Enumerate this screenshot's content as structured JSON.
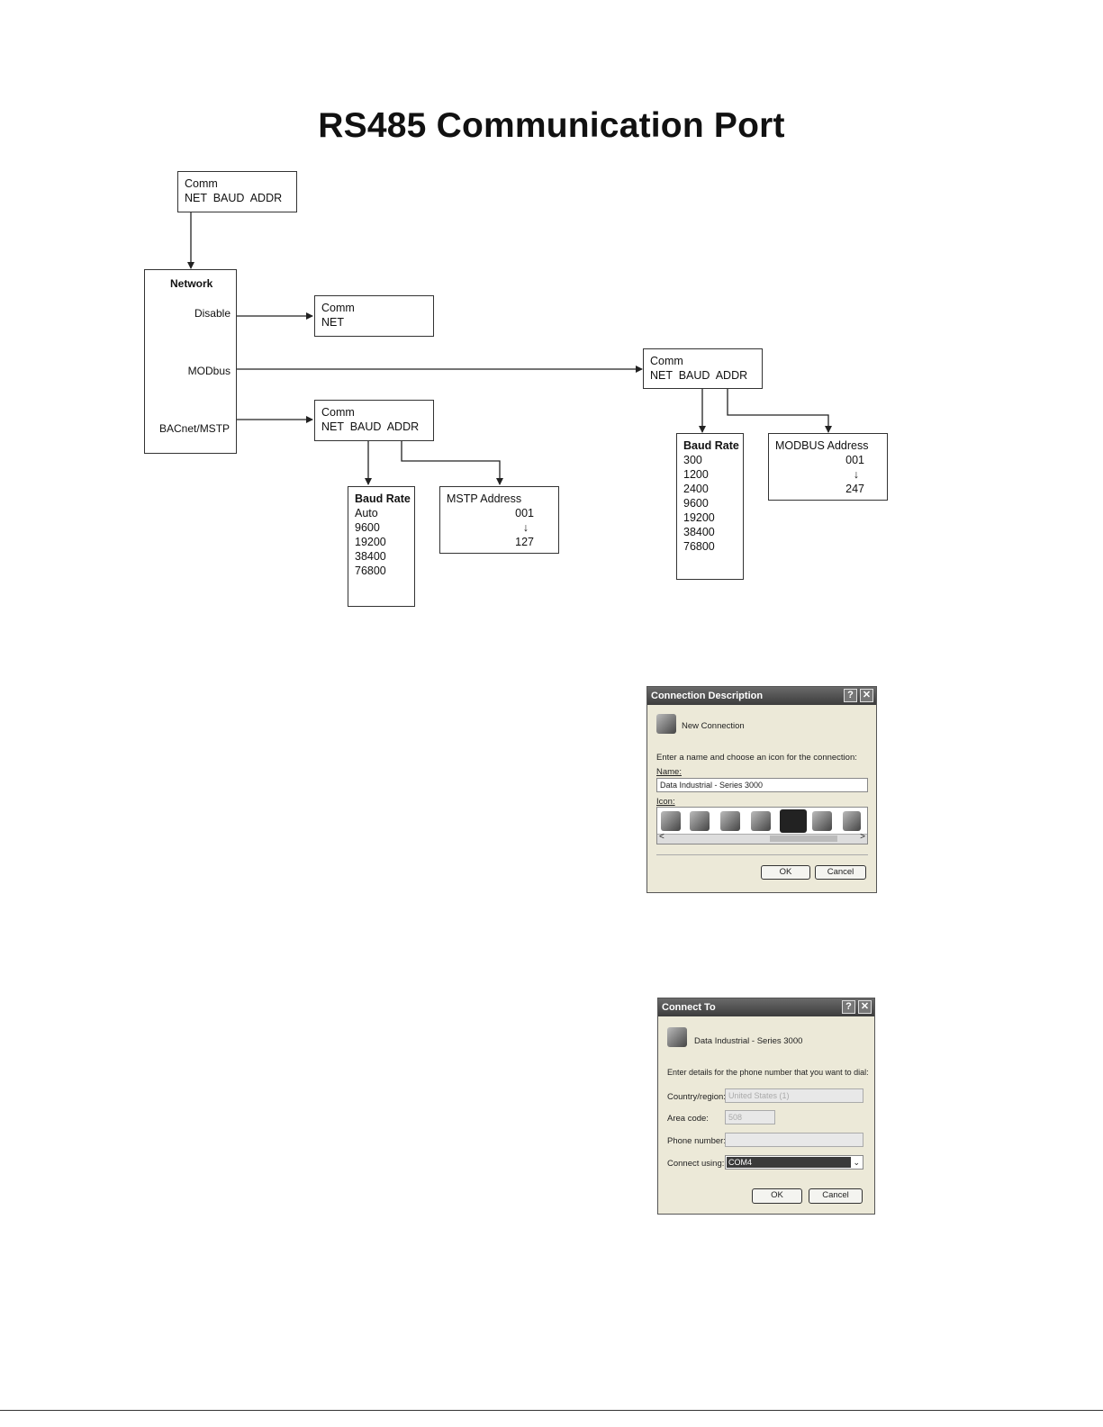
{
  "page_title": "RS485 Communication Port",
  "diagram": {
    "comm_top": [
      "Comm",
      "NET  BAUD  ADDR"
    ],
    "network": {
      "heading": "Network",
      "options": [
        "Disable",
        "MODbus",
        "BACnet/MSTP"
      ]
    },
    "comm_net": [
      "Comm",
      "NET"
    ],
    "comm_bacnet": [
      "Comm",
      "NET  BAUD  ADDR"
    ],
    "comm_modbus": [
      "Comm",
      "NET  BAUD  ADDR"
    ],
    "bacnet_baud": {
      "heading": "Baud Rate",
      "values": [
        "Auto",
        "9600",
        "19200",
        "38400",
        "76800"
      ]
    },
    "mstp_address": {
      "heading": "MSTP Address",
      "from": "001",
      "arrow": "↓",
      "to": "127"
    },
    "modbus_baud": {
      "heading": "Baud Rate",
      "values": [
        "300",
        "1200",
        "2400",
        "9600",
        "19200",
        "38400",
        "76800"
      ]
    },
    "modbus_address": {
      "heading": "MODBUS Address",
      "from": "001",
      "arrow": "↓",
      "to": "247"
    }
  },
  "dialog_connection": {
    "title": "Connection Description",
    "help_btn": "?",
    "close_btn": "✕",
    "subtitle": "New Connection",
    "instruction": "Enter a name and choose an icon for the connection:",
    "name_label": "Name:",
    "name_value": "Data Industrial - Series 3000",
    "icon_label": "Icon:",
    "scroll_left": "<",
    "scroll_right": ">",
    "ok": "OK",
    "cancel": "Cancel"
  },
  "dialog_connect_to": {
    "title": "Connect To",
    "help_btn": "?",
    "close_btn": "✕",
    "subtitle": "Data Industrial - Series 3000",
    "instruction": "Enter details for the phone number that you want to dial:",
    "country_label": "Country/region:",
    "country_value": "United States (1)",
    "area_label": "Area code:",
    "area_value": "508",
    "phone_label": "Phone number:",
    "phone_value": "",
    "connect_label": "Connect using:",
    "connect_value": "COM4",
    "ok": "OK",
    "cancel": "Cancel"
  }
}
